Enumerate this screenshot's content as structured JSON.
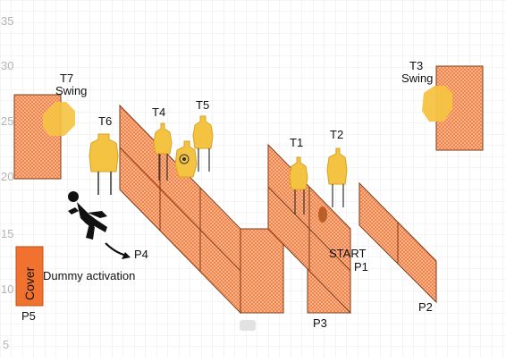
{
  "axis": {
    "y_ticks": [
      "35",
      "30",
      "25",
      "20",
      "15",
      "10",
      "5"
    ]
  },
  "targets": {
    "t1": "T1",
    "t2": "T2",
    "t3": "T3",
    "t3_sub": "Swing",
    "t4": "T4",
    "t5": "T5",
    "t6": "T6",
    "t7": "T7",
    "t7_sub": "Swing"
  },
  "positions": {
    "p1": "P1",
    "p2": "P2",
    "p3": "P3",
    "p4": "P4",
    "p5": "P5"
  },
  "labels": {
    "start": "START",
    "dummy": "Dummy activation",
    "cover": "Cover"
  },
  "colors": {
    "wall": "#f47d3e",
    "wall_stroke": "#7a3a16",
    "target": "#f5c342",
    "cover": "#f0722e"
  }
}
